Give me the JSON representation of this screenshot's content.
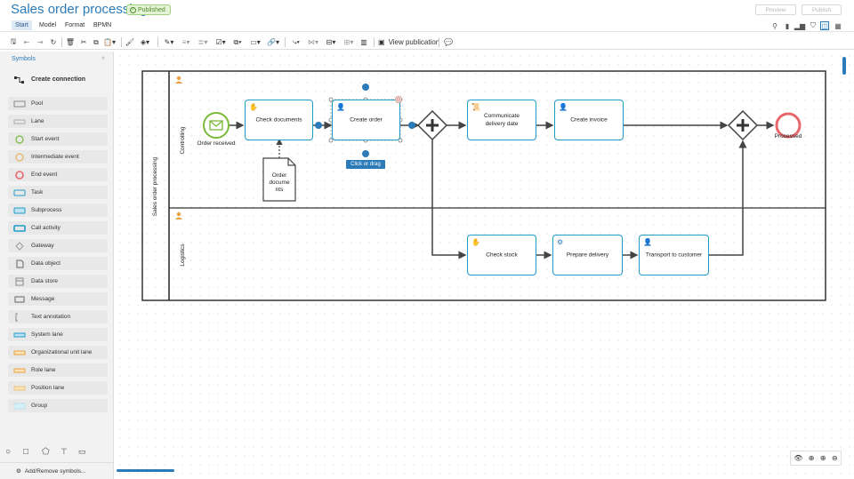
{
  "app": {
    "title": "Sales order processing",
    "status_badge": "Published",
    "preview_label": "Preview",
    "publish_label": "Publish"
  },
  "menu": {
    "items": [
      {
        "label": "Start",
        "active": true
      },
      {
        "label": "Model",
        "active": false
      },
      {
        "label": "Format",
        "active": false
      },
      {
        "label": "BPMN",
        "active": false
      }
    ]
  },
  "toolbar": {
    "view_publication_label": "View publication"
  },
  "sidebar": {
    "title": "Symbols",
    "collapse_glyph": "«",
    "create_connection_label": "Create connection",
    "items": [
      {
        "label": "Pool",
        "icon": "pool-icon"
      },
      {
        "label": "Lane",
        "icon": "lane-icon"
      },
      {
        "label": "Start event",
        "icon": "start-event-icon"
      },
      {
        "label": "Intermediate event",
        "icon": "intermediate-event-icon"
      },
      {
        "label": "End event",
        "icon": "end-event-icon"
      },
      {
        "label": "Task",
        "icon": "task-icon"
      },
      {
        "label": "Subprocess",
        "icon": "subprocess-icon"
      },
      {
        "label": "Call activity",
        "icon": "call-activity-icon"
      },
      {
        "label": "Gateway",
        "icon": "gateway-icon"
      },
      {
        "label": "Data object",
        "icon": "data-object-icon"
      },
      {
        "label": "Data store",
        "icon": "data-store-icon"
      },
      {
        "label": "Message",
        "icon": "message-icon"
      },
      {
        "label": "Text annotation",
        "icon": "text-annotation-icon"
      },
      {
        "label": "System lane",
        "icon": "system-lane-icon"
      },
      {
        "label": "Organizational unit lane",
        "icon": "org-unit-lane-icon"
      },
      {
        "label": "Role lane",
        "icon": "role-lane-icon"
      },
      {
        "label": "Position lane",
        "icon": "position-lane-icon"
      },
      {
        "label": "Group",
        "icon": "group-icon"
      }
    ],
    "add_remove_label": "Add/Remove symbols..."
  },
  "diagram": {
    "pool_label": "Sales order processing",
    "lanes": [
      {
        "label": "Controlling"
      },
      {
        "label": "Logistics"
      }
    ],
    "start_event_label": "Order received",
    "end_event_label": "Processed",
    "data_object_label": "Order\ndocume\nnts",
    "tasks": {
      "check_documents": "Check documents",
      "create_order": "Create order",
      "communicate_delivery": "Communicate\ndelivery date",
      "create_invoice": "Create invoice",
      "check_stock": "Check stock",
      "prepare_delivery": "Prepare delivery",
      "transport": "Transport to customer"
    },
    "click_or_drag_label": "Click or drag",
    "colors": {
      "task_border": "#1e9bc7",
      "start_event": "#7bb93a",
      "end_event": "#e8676b",
      "selection": "#2b7bb9"
    }
  }
}
